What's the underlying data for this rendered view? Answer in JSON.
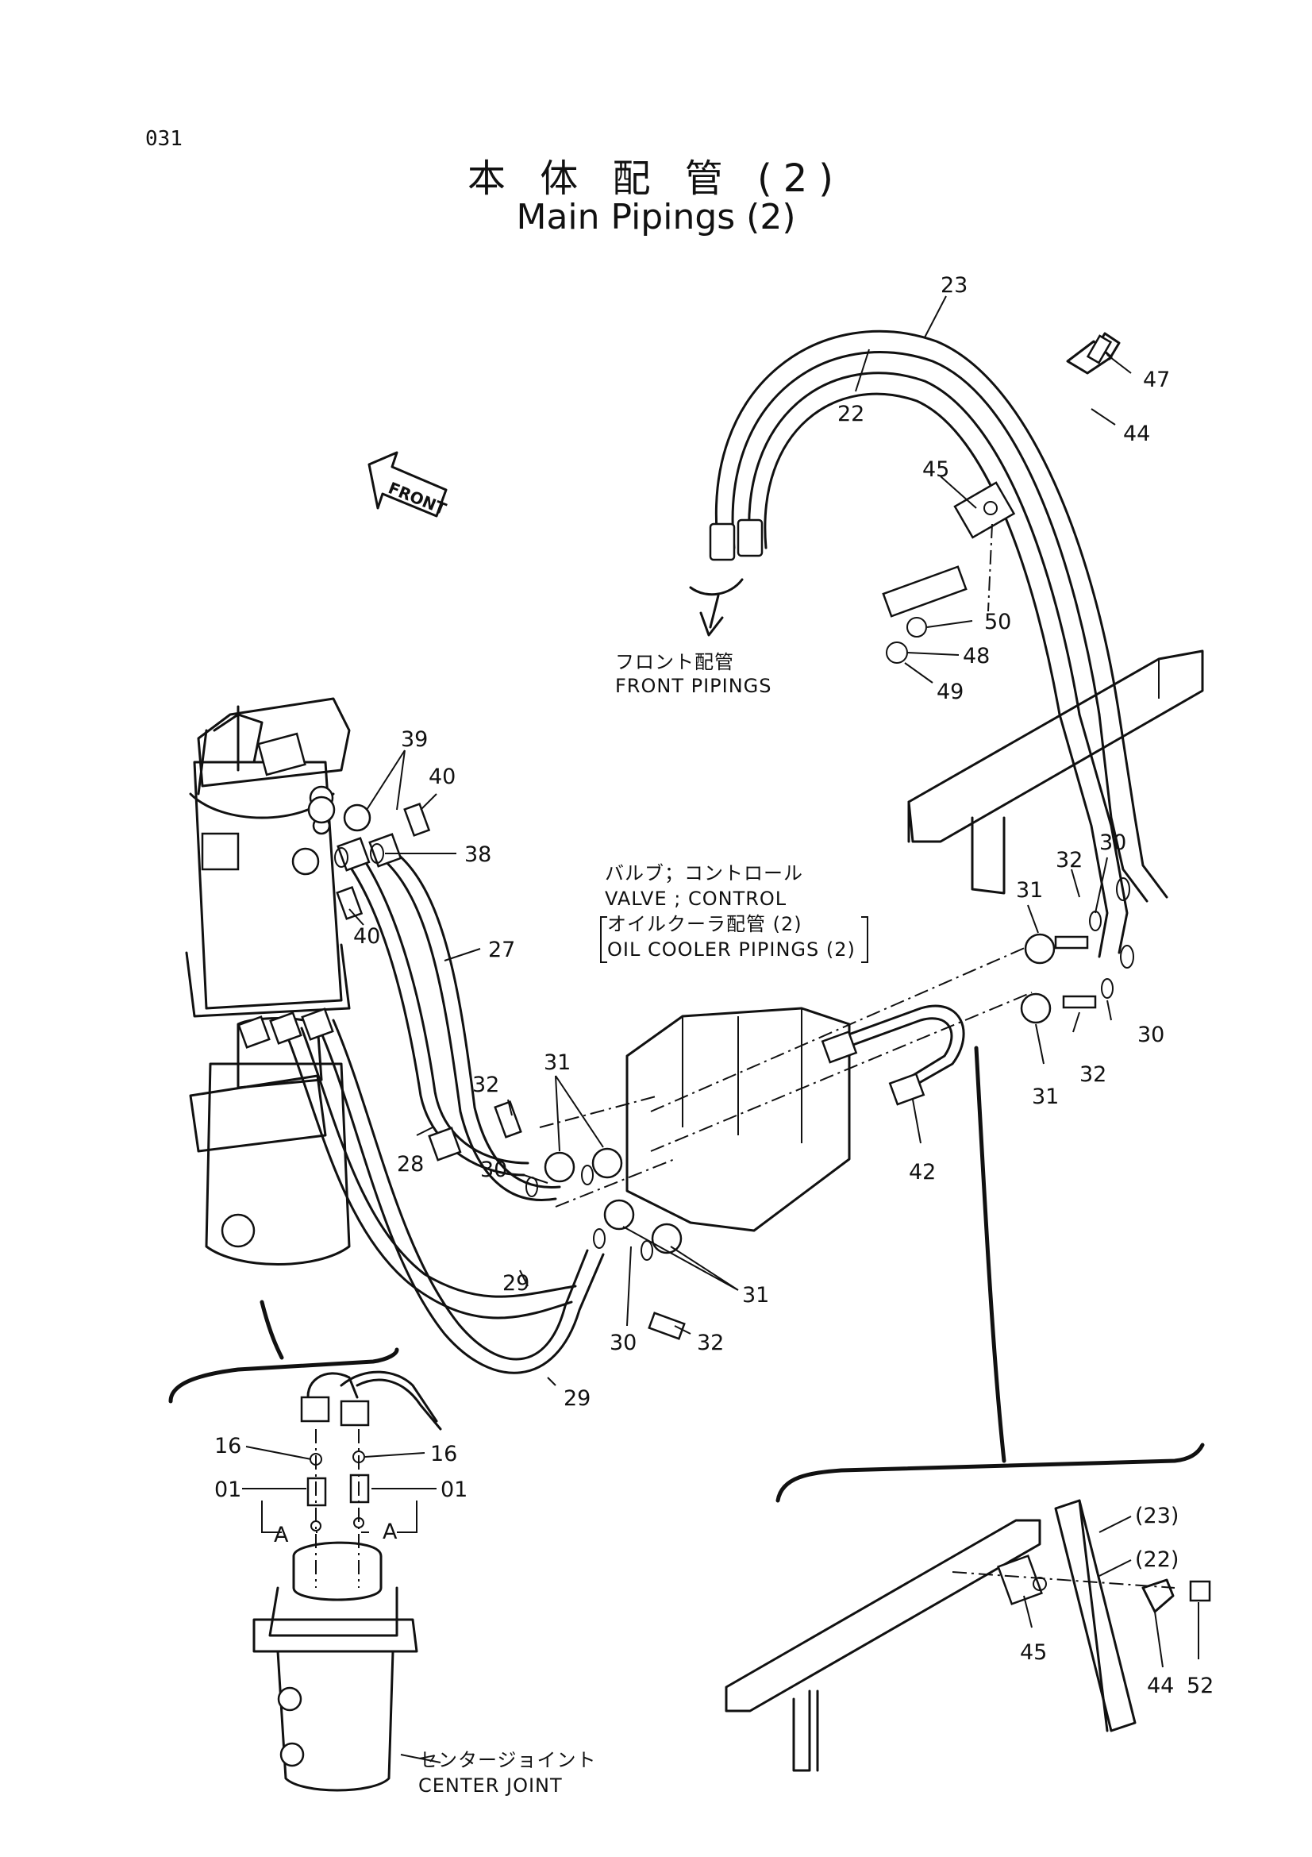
{
  "page_number": "031",
  "title_jp": "本 体 配 管 (2)",
  "title_en": "Main Pipings (2)",
  "front_arrow_label": "FRONT",
  "notes": {
    "front_pipings_jp": "フロント配管",
    "front_pipings_en": "FRONT PIPINGS",
    "valve_jp": "バルブ；コントロール",
    "valve_en": "VALVE ; CONTROL",
    "oil_cooler_jp": "オイルクーラ配管 (2)",
    "oil_cooler_en": "OIL COOLER PIPINGS (2)",
    "center_joint_jp": "センタージョイント",
    "center_joint_en": "CENTER JOINT"
  },
  "callouts": {
    "c23": "23",
    "c22": "22",
    "c47": "47",
    "c44": "44",
    "c45": "45",
    "c50": "50",
    "c48": "48",
    "c49": "49",
    "c39": "39",
    "c40a": "40",
    "c38": "38",
    "c40b": "40",
    "c27": "27",
    "c32a": "32",
    "c30a": "30",
    "c31a": "31",
    "c30b": "30",
    "c32b": "32",
    "c31b": "31",
    "c32c": "32",
    "c31c": "31",
    "c30c": "30",
    "c28": "28",
    "c42": "42",
    "c31d": "31",
    "c29a": "29",
    "c30d": "30",
    "c32d": "32",
    "c29b": "29",
    "c16a": "16",
    "c16b": "16",
    "c01a": "01",
    "c01b": "01",
    "cAa": "A",
    "cAb": "A",
    "c23p": "(23)",
    "c22p": "(22)",
    "c45b": "45",
    "c44b": "44",
    "c52": "52"
  }
}
